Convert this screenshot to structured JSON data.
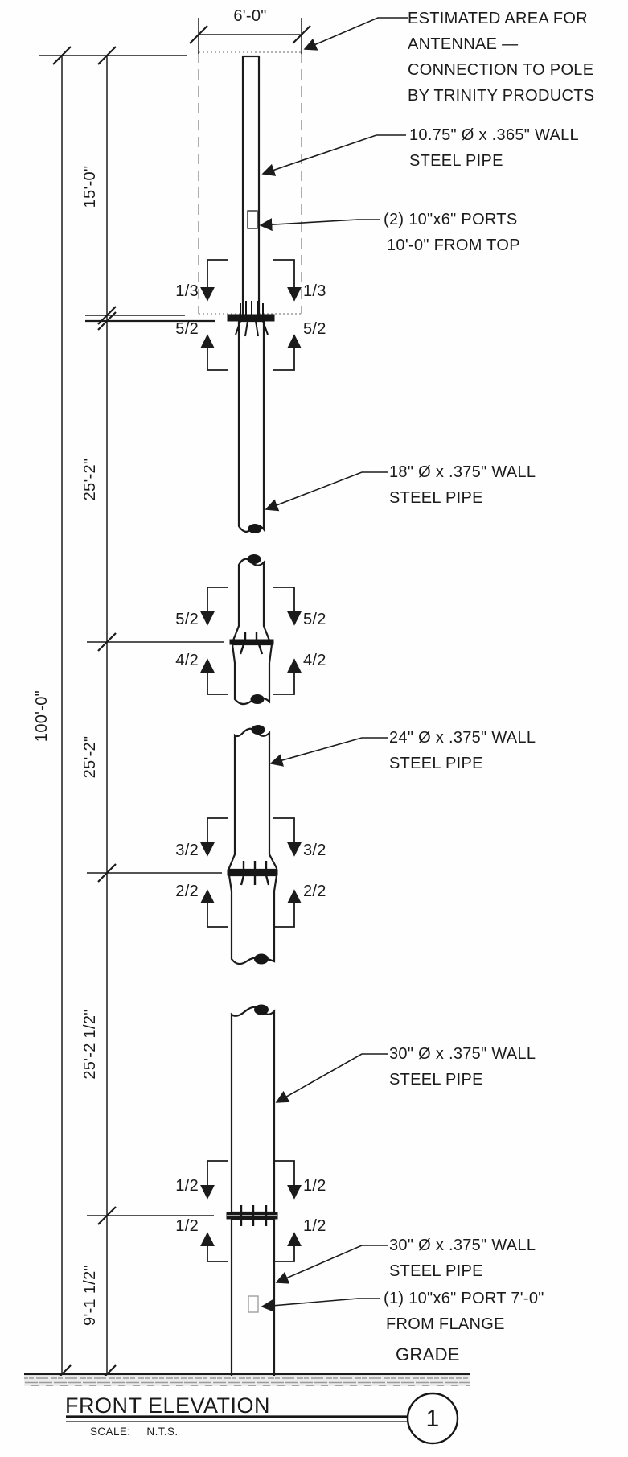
{
  "drawing": {
    "title": "FRONT ELEVATION",
    "scale_label": "SCALE:",
    "scale_value": "N.T.S.",
    "detail_number": "1",
    "grade_label": "GRADE"
  },
  "dimensions": {
    "top_width": "6'-0\"",
    "overall": "100'-0\"",
    "seg_top": "15'-0\"",
    "seg_2": "25'-2\"",
    "seg_3": "25'-2\"",
    "seg_4": "25'-2 1/2\"",
    "seg_bottom": "9'-1 1/2\""
  },
  "annotations": {
    "antenna": {
      "l1": "ESTIMATED AREA FOR",
      "l2": "ANTENNAE —",
      "l3": "CONNECTION TO POLE",
      "l4": "BY TRINITY PRODUCTS"
    },
    "pipe_top": {
      "l1": "10.75\" Ø x .365\" WALL",
      "l2": "STEEL PIPE"
    },
    "ports2": {
      "l1": "(2) 10\"x6\" PORTS",
      "l2": "10'-0\" FROM TOP"
    },
    "pipe18": {
      "l1": "18\" Ø x .375\" WALL",
      "l2": "STEEL PIPE"
    },
    "pipe24": {
      "l1": "24\" Ø x .375\" WALL",
      "l2": "STEEL PIPE"
    },
    "pipe30a": {
      "l1": "30\" Ø x .375\" WALL",
      "l2": "STEEL PIPE"
    },
    "pipe30b": {
      "l1": "30\" Ø x .375\" WALL",
      "l2": "STEEL PIPE"
    },
    "port1": {
      "l1": "(1) 10\"x6\" PORT 7'-0\"",
      "l2": "FROM FLANGE"
    }
  },
  "welds": {
    "s1t": "1/3",
    "s1b": "5/2",
    "s2t": "5/2",
    "s2b": "4/2",
    "s3t": "3/2",
    "s3b": "2/2",
    "s4t": "1/2",
    "s4b": "1/2"
  },
  "colors": {
    "ink": "#1b1b1b",
    "dash": "#9a9a9a",
    "hatch": "#9b9b9b"
  }
}
